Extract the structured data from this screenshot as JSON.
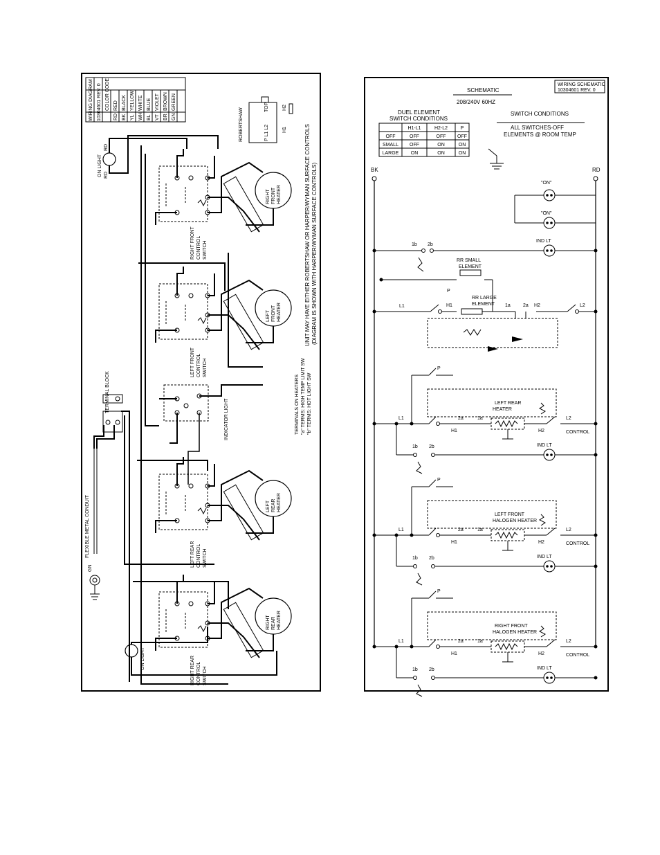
{
  "left_panel": {
    "title_block": {
      "title": "WIRING DIAGRAM",
      "number": "10304601  REV. 0",
      "header": "COLOR CODE",
      "rows": [
        [
          "RED",
          "RD"
        ],
        [
          "BLACK",
          "BK"
        ],
        [
          "YELLOW",
          "YL"
        ],
        [
          "WHITE",
          "WH"
        ],
        [
          "BLUE",
          "BL"
        ],
        [
          "VIOLET",
          "VT"
        ],
        [
          "BROWN",
          "BR"
        ],
        [
          "GREEN",
          "GN"
        ]
      ]
    },
    "on_light_top": "ON LIGHT",
    "on_light_bottom": "ON LIGHT",
    "conduit": "FLEXIBLE METAL CONDUIT",
    "gn": "GN",
    "terminal_block": "TERMINAL BLOCK",
    "robertshaw": "ROBERTSHAW",
    "robertshaw_top": "TOP",
    "robertshaw_pins": "P  L1  L2",
    "robertshaw_h1": "H1",
    "robertshaw_h2": "H2",
    "note1": "UNIT MAY HAVE EITHER ROBERTSHAW OR HARPER/WYMAN SURFACE CONTROLS",
    "note2": "(DIAGRAM IS SHOWN WITH HARPER/WYMAN SURFACE CONTROLS)",
    "terms_title": "TERMINALS ON HEATERS",
    "terms_a": "\"a\" TERMS: HIGH TEMP LIMIT SW",
    "terms_b": "\"b\" TERMS: HOT LIGHT SW",
    "indicator_light": "INDICATOR LIGHT",
    "heaters": [
      "RIGHT FRONT HEATER",
      "LEFT FRONT HEATER",
      "LEFT REAR HEATER",
      "RIGHT REAR HEATER"
    ],
    "switches": [
      "RIGHT FRONT CONTROL SWITCH",
      "LEFT FRONT CONTROL SWITCH",
      "LEFT REAR CONTROL SWITCH",
      "RIGHT REAR CONTROL SWITCH"
    ]
  },
  "right_panel": {
    "title_block_line1": "WIRING SCHEMATIC",
    "title_block_line2": "10304601  REV. 0",
    "schematic": "SCHEMATIC",
    "voltage": "208/240V 60HZ",
    "duel_title1": "DUEL ELEMENT",
    "duel_title2": "SWITCH CONDITIONS",
    "duel_table": {
      "headers": [
        "",
        "H1-L1",
        "H2-L2",
        "P"
      ],
      "rows": [
        [
          "OFF",
          "OFF",
          "OFF",
          "OFF"
        ],
        [
          "SMALL",
          "OFF",
          "ON",
          "ON"
        ],
        [
          "LARGE",
          "ON",
          "ON",
          "ON"
        ]
      ]
    },
    "switch_conditions": "SWITCH CONDITIONS",
    "all_switches_off": "ALL SWITCHES-OFF",
    "elements_room_temp": "ELEMENTS @ ROOM TEMP",
    "bk": "BK",
    "rd": "RD",
    "on": "\"ON\"",
    "ind_lt": "IND LT",
    "rr_small1": "RR SMALL",
    "rr_small2": "ELEMENT",
    "rr_large1": "RR LARGE",
    "rr_large2": "ELEMENT",
    "left_rear1": "LEFT REAR",
    "left_rear2": "HEATER",
    "left_front1": "LEFT FRONT",
    "left_front2": "HALOGEN HEATER",
    "right_front1": "RIGHT FRONT",
    "right_front2": "HALOGEN HEATER",
    "control": "CONTROL"
  }
}
